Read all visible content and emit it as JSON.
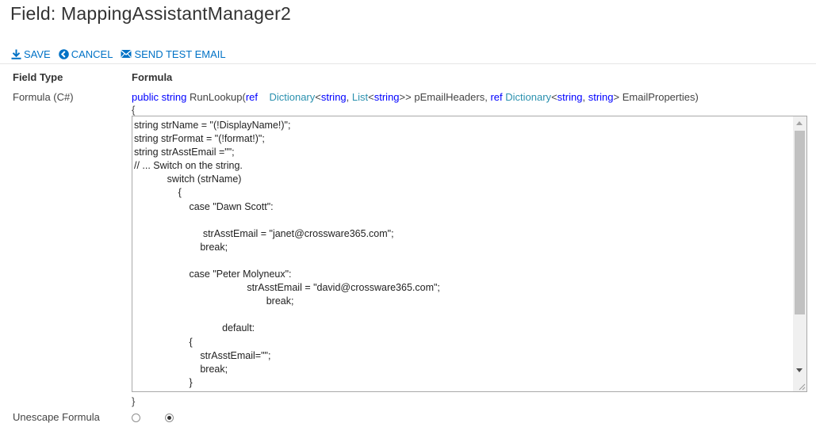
{
  "page": {
    "title": "Field: MappingAssistantManager2"
  },
  "toolbar": {
    "save_label": "SAVE",
    "cancel_label": "CANCEL",
    "send_test_email_label": "SEND TEST EMAIL"
  },
  "columns": {
    "field_type": "Field Type",
    "formula": "Formula"
  },
  "field": {
    "type_value": "Formula (C#)",
    "signature": {
      "public": "public",
      "string": "string",
      "method": "RunLookup(",
      "ref1": "ref",
      "dict1": "Dictionary",
      "lt1": "<",
      "string1": "string",
      "comma1": ",",
      "list": "List",
      "lt2": "<",
      "string2": "string",
      "gtgt": ">>",
      "param1": "pEmailHeaders,",
      "ref2": "ref",
      "dict2": "Dictionary",
      "lt3": "<",
      "string3": "string",
      "comma2": ",",
      "string4": "string",
      "gt": ">",
      "param2": "EmailProperties)"
    },
    "open_brace": "{",
    "close_brace": "}"
  },
  "editor": {
    "code": "string strName = \"(!DisplayName!)\";\nstring strFormat = \"(!format!)\";\nstring strAsstEmail =\"\";\n// ... Switch on the string.\n            switch (strName)\n                {\n                    case \"Dawn Scott\":\n\n                         strAsstEmail = \"janet@crossware365.com\";\n                        break;\n\n                    case \"Peter Molyneux\":\n                                         strAsstEmail = \"david@crossware365.com\";\n                                                break;\n\n                                default:\n                    {\n                        strAsstEmail=\"\";\n                        break;\n                    }"
  },
  "unescape": {
    "label": "Unescape Formula"
  }
}
